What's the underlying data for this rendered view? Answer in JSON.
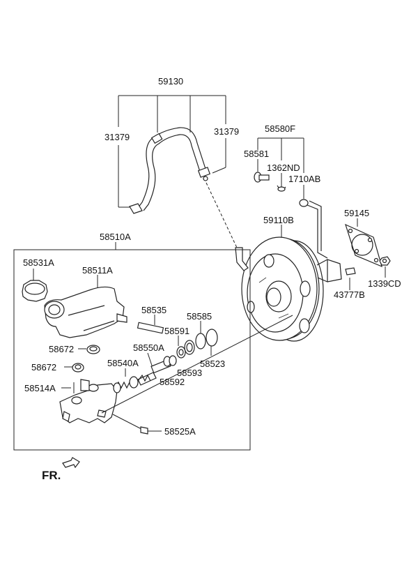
{
  "labels": {
    "l59130": "59130",
    "l31379a": "31379",
    "l31379b": "31379",
    "l58580F": "58580F",
    "l58581": "58581",
    "l1362ND": "1362ND",
    "l1710AB": "1710AB",
    "l59145": "59145",
    "l59110B": "59110B",
    "l1339CD": "1339CD",
    "l43777B": "43777B",
    "l58510A": "58510A",
    "l58531A": "58531A",
    "l58511A": "58511A",
    "l58535": "58535",
    "l58585": "58585",
    "l58591": "58591",
    "l58672a": "58672",
    "l58672b": "58672",
    "l58550A": "58550A",
    "l58540A": "58540A",
    "l58593": "58593",
    "l58523": "58523",
    "l58514A": "58514A",
    "l58592": "58592",
    "l58525A": "58525A",
    "fr": "FR."
  }
}
